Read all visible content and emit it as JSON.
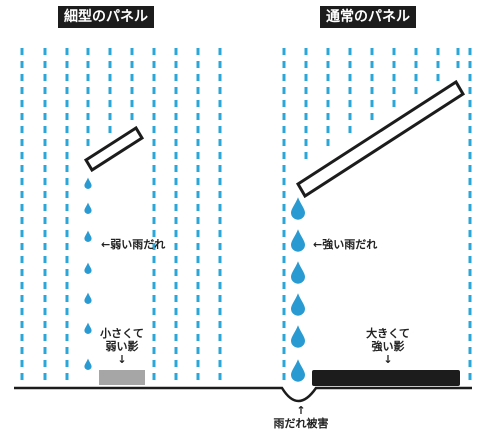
{
  "colors": {
    "rain": "#2aa7d8",
    "drop": "#2a9bd2",
    "panel_fill": "#ffffff",
    "panel_stroke": "#1c1c1c",
    "weak_shadow": "#a6a6a6",
    "strong_shadow": "#1c1c1c",
    "ground": "#1c1c1c",
    "title_bg": "#1c1c1c",
    "title_text": "#ffffff"
  },
  "left_panel": {
    "title": "細型のパネル",
    "rain_label": "←弱い雨だれ",
    "shadow_label_line1": "小さくて",
    "shadow_label_line2": "弱い影",
    "arrow": "↓"
  },
  "right_panel": {
    "title": "通常のパネル",
    "rain_label": "←強い雨だれ",
    "shadow_label_line1": "大きくて",
    "shadow_label_line2": "強い影",
    "arrow": "↓"
  },
  "damage": {
    "arrow": "↑",
    "label": "雨だれ被害"
  }
}
